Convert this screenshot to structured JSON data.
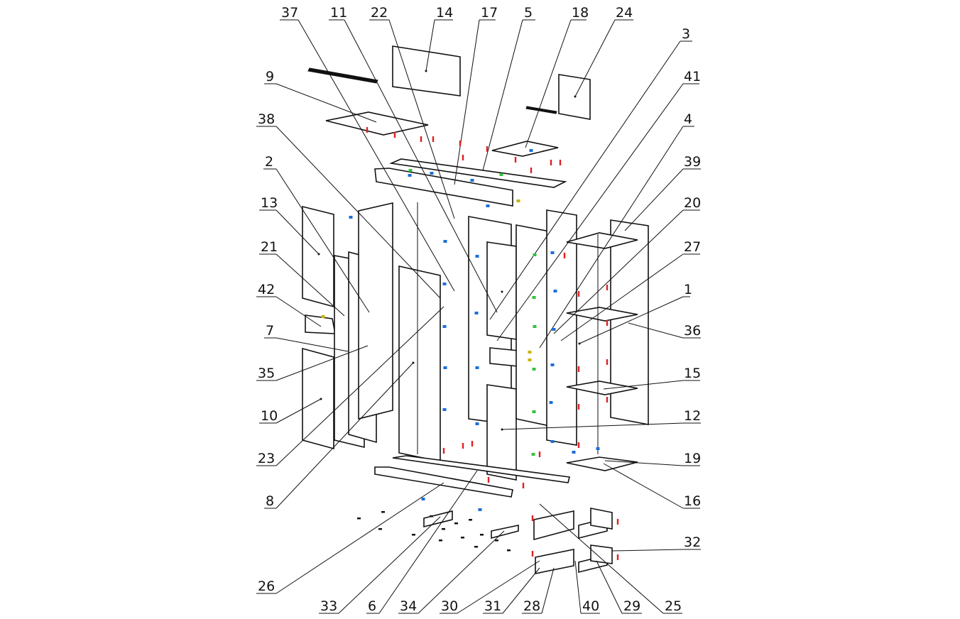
{
  "diagram": {
    "labels": [
      "37",
      "11",
      "22",
      "14",
      "17",
      "5",
      "18",
      "24",
      "3",
      "9",
      "41",
      "38",
      "4",
      "2",
      "39",
      "13",
      "20",
      "21",
      "27",
      "42",
      "1",
      "7",
      "36",
      "35",
      "15",
      "10",
      "12",
      "23",
      "19",
      "8",
      "16",
      "32",
      "26",
      "33",
      "6",
      "34",
      "30",
      "31",
      "28",
      "40",
      "29",
      "25"
    ],
    "colors": {
      "line": "#111111",
      "red": "#e02020",
      "blue": "#1a6fd8",
      "green": "#34c23a",
      "yellow": "#c8b400"
    }
  }
}
